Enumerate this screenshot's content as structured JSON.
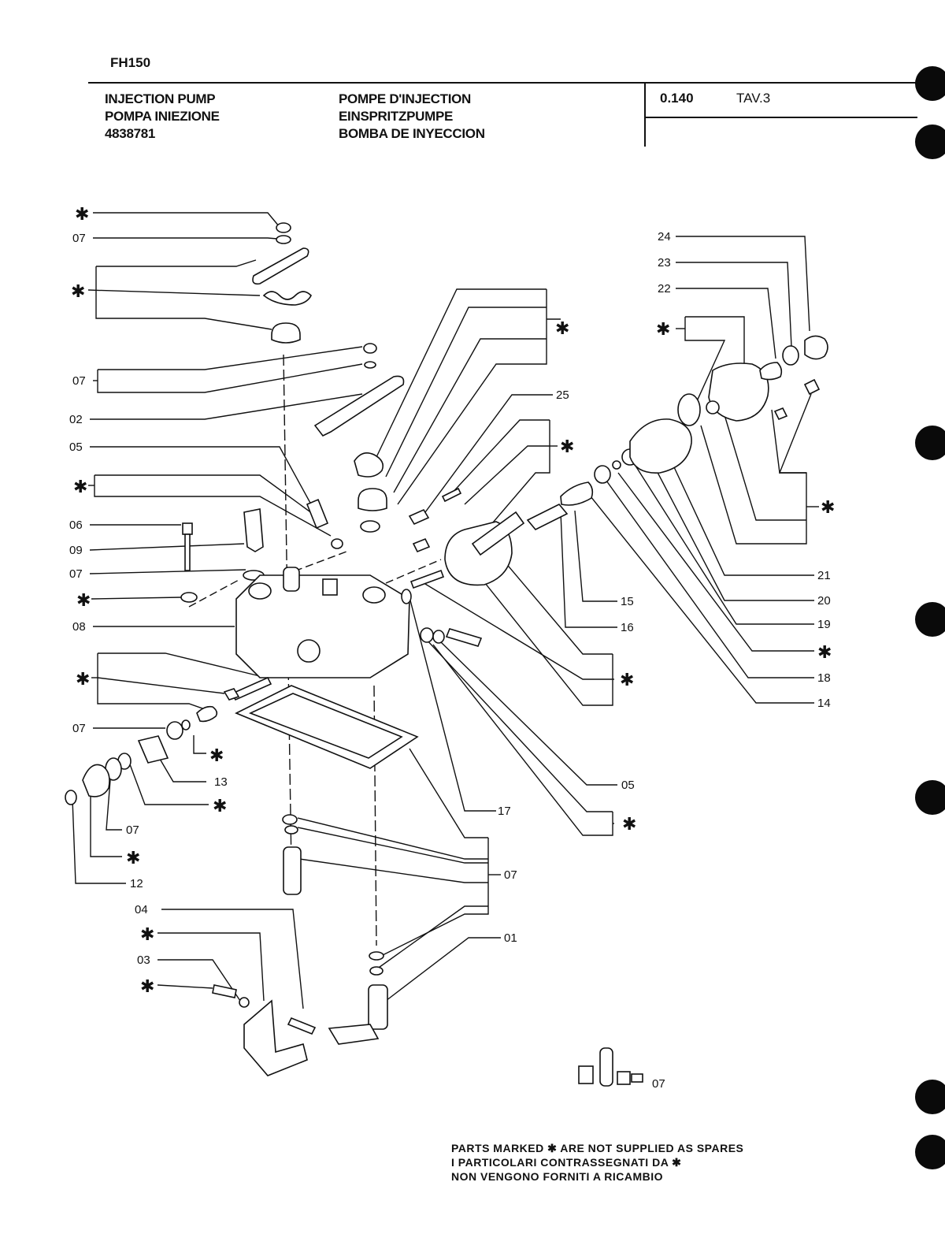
{
  "header": {
    "model": "FH150",
    "title_col1": [
      "INJECTION PUMP",
      "POMPA INIEZIONE",
      "4838781"
    ],
    "title_col2": [
      "POMPE D'INJECTION",
      "EINSPRITZPUMPE",
      "BOMBA DE INYECCION"
    ],
    "code": "0.140",
    "tav": "TAV.3"
  },
  "labels": {
    "l07": "07",
    "l02": "02",
    "l05": "05",
    "l06": "06",
    "l09": "09",
    "l08": "08",
    "l13": "13",
    "l12": "12",
    "l04": "04",
    "l03": "03",
    "l01": "01",
    "l17": "17",
    "l24": "24",
    "l23": "23",
    "l22": "22",
    "l25": "25",
    "l21": "21",
    "l20": "20",
    "l19": "19",
    "l18": "18",
    "l14": "14",
    "l15": "15",
    "l16": "16",
    "star": "✱"
  },
  "note": [
    "PARTS MARKED ✱ ARE NOT SUPPLIED AS SPARES",
    "I PARTICOLARI CONTRASSEGNATI DA ✱",
    "NON VENGONO FORNITI A RICAMBIO"
  ]
}
